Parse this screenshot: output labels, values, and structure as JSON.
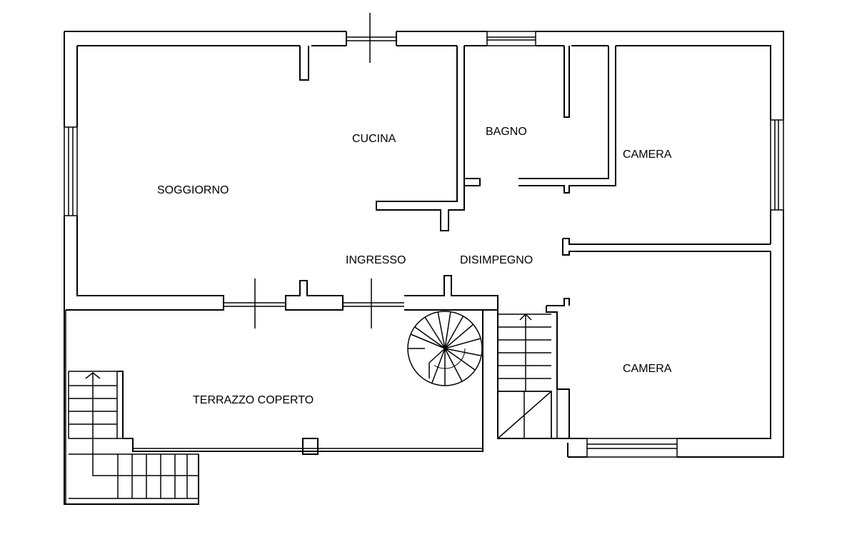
{
  "rooms": {
    "soggiorno": "SOGGIORNO",
    "cucina": "CUCINA",
    "bagno": "BAGNO",
    "camera_1": "CAMERA",
    "camera_2": "CAMERA",
    "ingresso": "INGRESSO",
    "disimpegno": "DISIMPEGNO",
    "terrazzo": "TERRAZZO COPERTO"
  },
  "colors": {
    "line": "#000000",
    "background": "#ffffff"
  }
}
